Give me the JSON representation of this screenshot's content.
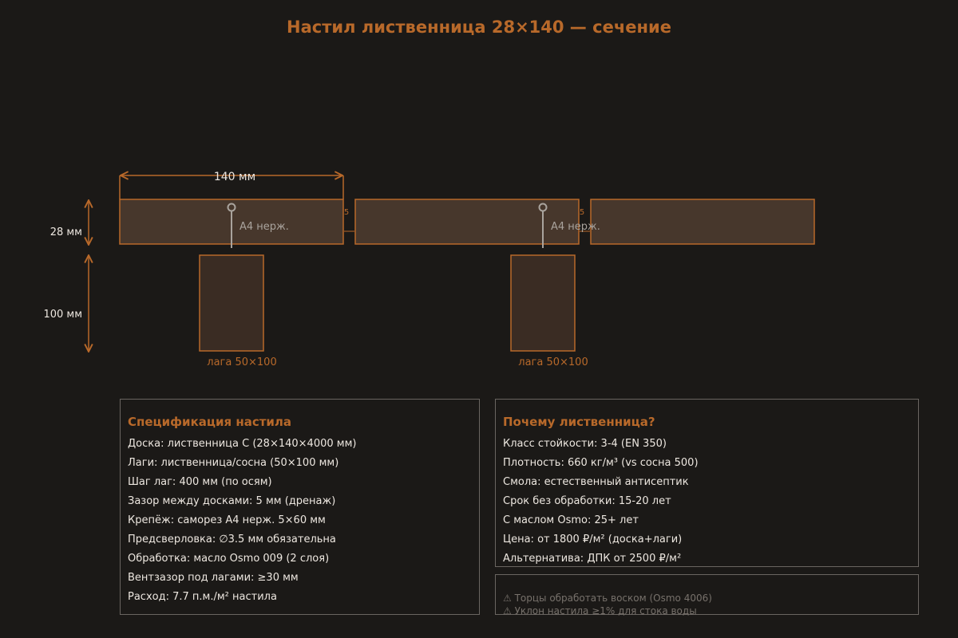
{
  "title": "Настил лиственница 28×140 — сечение",
  "diagram": {
    "width_label": "140 мм",
    "board_height_label": "28 мм",
    "joist_height_label": "100 мм",
    "gap_label": "5",
    "screw_label": "A4 нерж.",
    "joist_label": "лага 50×100"
  },
  "spec": {
    "title": "Спецификация настила",
    "items": [
      "Доска: лиственница C (28×140×4000 мм)",
      "Лаги: лиственница/сосна (50×100 мм)",
      "Шаг лаг: 400 мм (по осям)",
      "Зазор между досками: 5 мм (дренаж)",
      "Крепёж: саморез A4 нерж. 5×60 мм",
      "Предсверловка: ∅3.5 мм обязательна",
      "Обработка: масло Osmo 009 (2 слоя)",
      "Вентзазор под лагами: ≥30 мм",
      "Расход: 7.7 п.м./м² настила"
    ]
  },
  "why": {
    "title": "Почему лиственница?",
    "items": [
      "Класс стойкости: 3-4 (EN 350)",
      "Плотность: 660 кг/м³ (vs сосна 500)",
      "Смола: естественный антисептик",
      "Срок без обработки: 15-20 лет",
      "С маслом Osmo: 25+ лет",
      "Цена: от 1800 ₽/м² (доска+лаги)",
      "Альтернатива: ДПК от 2500 ₽/м²"
    ]
  },
  "notes": [
    "⚠ Торцы обработать воском (Osmo 4006)",
    "⚠ Уклон настила ≥1% для стока воды"
  ],
  "colors": {
    "accent": "#b8692a",
    "background": "#1b1917",
    "board_fill": "#47372c",
    "joist_fill": "#3a2c23"
  }
}
